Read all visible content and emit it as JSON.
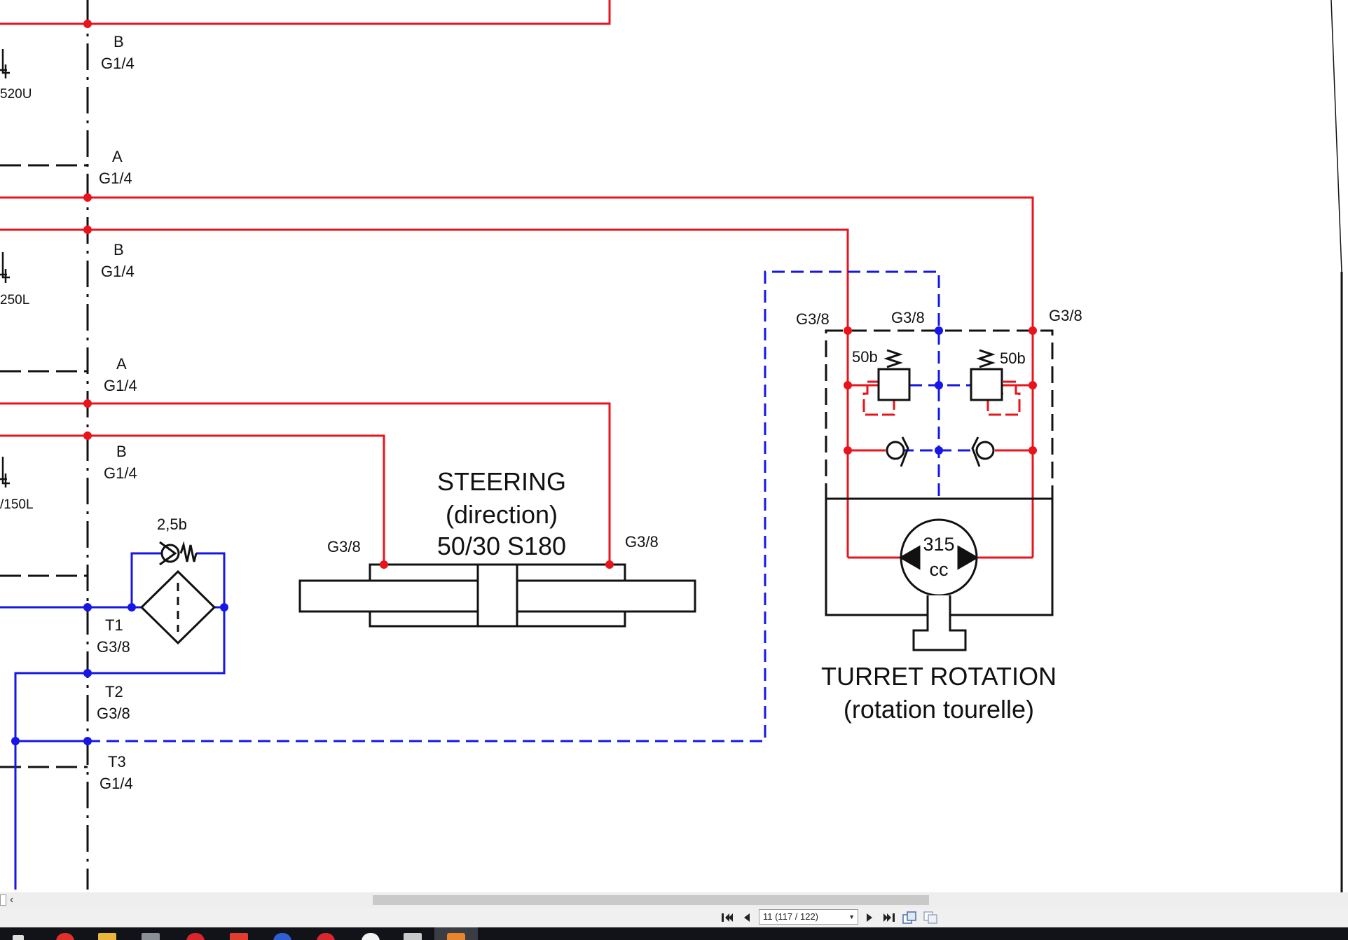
{
  "diagram": {
    "steering": {
      "title": "STEERING",
      "subtitle": "(direction)",
      "model": "50/30 S180",
      "port_left": "G3/8",
      "port_right": "G3/8"
    },
    "turret": {
      "title": "TURRET ROTATION",
      "subtitle": "(rotation tourelle)",
      "port_left": "G3/8",
      "port_center": "G3/8",
      "port_right": "G3/8",
      "relief_left": "50b",
      "relief_right": "50b",
      "motor_displacement": "315",
      "motor_unit": "cc"
    },
    "filter": {
      "check_pressure": "2,5b"
    },
    "cut_labels": [
      "520U",
      "250L",
      "/150L"
    ],
    "ports": [
      {
        "name": "B",
        "thread": "G1/4"
      },
      {
        "name": "A",
        "thread": "G1/4"
      },
      {
        "name": "B",
        "thread": "G1/4"
      },
      {
        "name": "A",
        "thread": "G1/4"
      },
      {
        "name": "B",
        "thread": "G1/4"
      },
      {
        "name": "T1",
        "thread": "G3/8"
      },
      {
        "name": "T2",
        "thread": "G3/8"
      },
      {
        "name": "T3",
        "thread": "G1/4"
      }
    ],
    "colors": {
      "pressure": "#e8141c",
      "tank": "#1616e6",
      "outline": "#111111"
    }
  },
  "scrollbar": {
    "left_arrow": "‹"
  },
  "navigation": {
    "page_field": "11 (117 / 122)",
    "icons": [
      "first-page-icon",
      "previous-page-icon",
      "next-page-icon",
      "last-page-icon",
      "export-page-icon",
      "import-page-icon"
    ]
  }
}
